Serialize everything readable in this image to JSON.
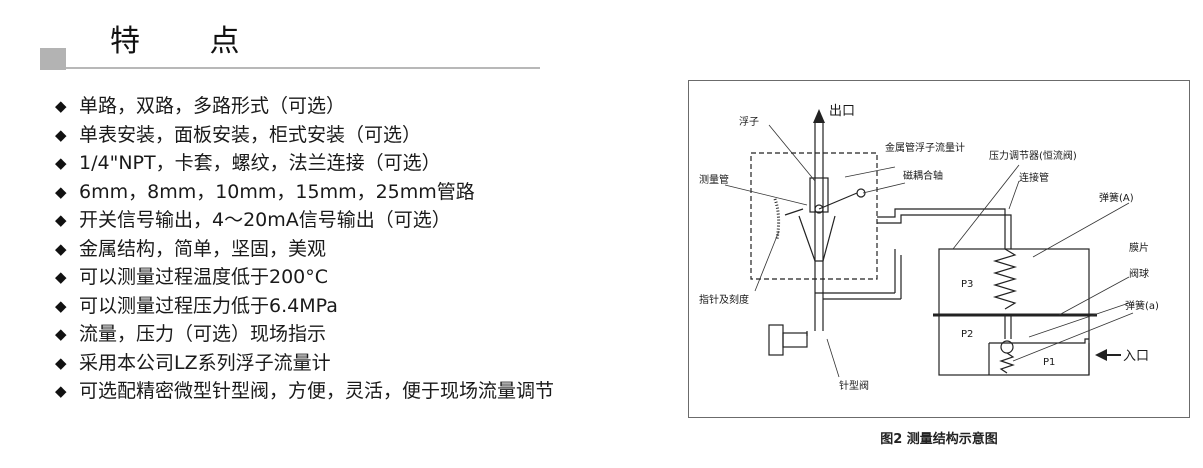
{
  "section": {
    "title": "特 点"
  },
  "features": [
    "单路，双路，多路形式（可选）",
    "单表安装，面板安装，柜式安装（可选）",
    "1/4\"NPT，卡套，螺纹，法兰连接（可选）",
    "6mm，8mm，10mm，15mm，25mm管路",
    "开关信号输出，4～20mA信号输出（可选）",
    "金属结构，简单，坚固，美观",
    "可以测量过程温度低于200°C",
    "可以测量过程压力低于6.4MPa",
    "流量，压力（可选）现场指示",
    "采用本公司LZ系列浮子流量计",
    "可选配精密微型针型阀，方便，灵活，便于现场流量调节"
  ],
  "bullet_glyph": "◆",
  "diagram": {
    "outlet": "出口",
    "inlet": "入口",
    "float": "浮子",
    "measuring_tube": "测量管",
    "metal_tube_flowmeter": "金属管浮子流量计",
    "magnetic_coupling_shaft": "磁耦合轴",
    "pointer_and_scale": "指针及刻度",
    "pressure_regulator": "压力调节器(恒流阀)",
    "connecting_pipe": "连接管",
    "spring_a": "弹簧(A)",
    "diaphragm": "膜片",
    "valve_ball": "阀球",
    "spring_a_small": "弹簧(a)",
    "needle_valve": "针型阀",
    "p3": "P3",
    "p2": "P2",
    "p1": "P1"
  },
  "figure_caption": "图2 测量结构示意图"
}
